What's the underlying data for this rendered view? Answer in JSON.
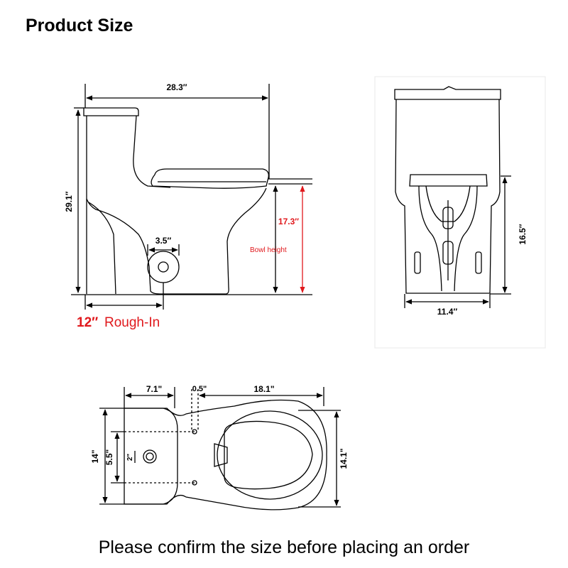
{
  "title": "Product Size",
  "footer": "Please confirm the size before placing an order",
  "colors": {
    "accent_red": "#e0181c",
    "line": "#000000",
    "panel_border": "#e6e6e6"
  },
  "side_view": {
    "length": "28.3″",
    "height": "29.1″",
    "bowl_height_value": "17.3″",
    "bowl_height_label": "Bowl height",
    "outlet_diameter": "3.5″",
    "rough_in_value": "12″",
    "rough_in_label": "Rough-In"
  },
  "front_view": {
    "height": "16.5″",
    "width": "11.4″"
  },
  "top_view": {
    "tank_depth": "7.1\"",
    "gap": "0.5\"",
    "bowl_length": "18.1\"",
    "tank_width": "14\"",
    "bolt_spacing": "5.5\"",
    "outlet": "2\"",
    "bowl_width": "14.1\""
  }
}
